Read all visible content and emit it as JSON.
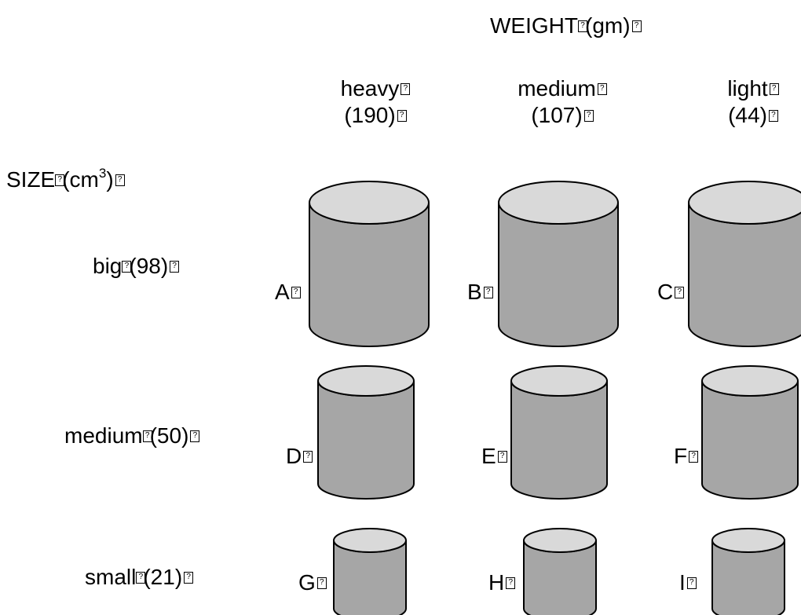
{
  "weight_axis": {
    "label": "WEIGHT",
    "unit": "(gm)"
  },
  "size_axis": {
    "label": "SIZE",
    "unit_base": "(cm",
    "unit_exp": "3",
    "unit_close": ")"
  },
  "columns": [
    {
      "name": "heavy",
      "value": "(190)"
    },
    {
      "name": "medium",
      "value": "(107)"
    },
    {
      "name": "light",
      "value": "(44)"
    }
  ],
  "rows": [
    {
      "name": "big",
      "value": "(98)"
    },
    {
      "name": "medium",
      "value": "(50)"
    },
    {
      "name": "small",
      "value": "(21)"
    }
  ],
  "cylinders": [
    {
      "label": "A",
      "size": "big",
      "weight": "heavy"
    },
    {
      "label": "B",
      "size": "big",
      "weight": "medium"
    },
    {
      "label": "C",
      "size": "big",
      "weight": "light"
    },
    {
      "label": "D",
      "size": "medium",
      "weight": "heavy"
    },
    {
      "label": "E",
      "size": "medium",
      "weight": "medium"
    },
    {
      "label": "F",
      "size": "medium",
      "weight": "light"
    },
    {
      "label": "G",
      "size": "small",
      "weight": "heavy"
    },
    {
      "label": "H",
      "size": "small",
      "weight": "medium"
    },
    {
      "label": "I",
      "size": "small",
      "weight": "light"
    }
  ],
  "colors": {
    "body_fill": "#a6a6a6",
    "top_fill": "#d9d9d9",
    "outline": "#000000"
  }
}
